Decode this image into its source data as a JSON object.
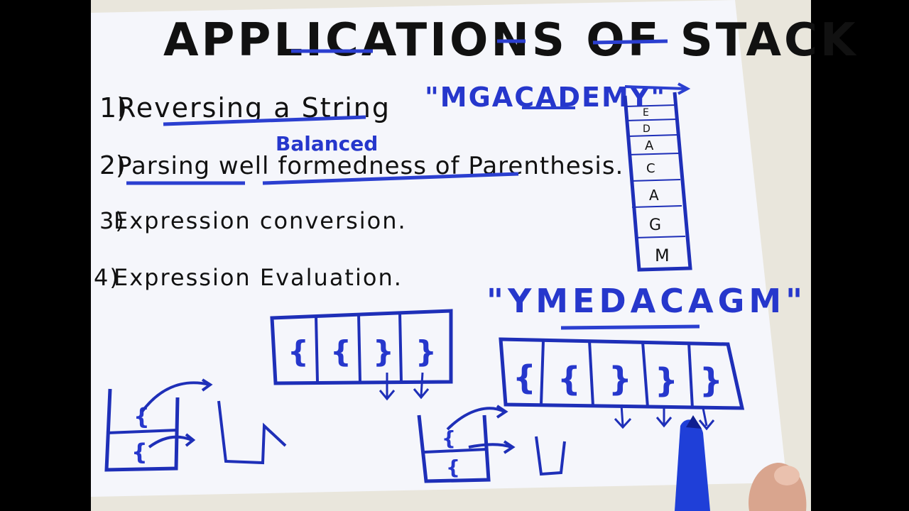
{
  "title": "APPLICATIONS OF STACK",
  "items": [
    {
      "num": "1)",
      "text": "Reversing a String"
    },
    {
      "num": "2)",
      "text": "Parsing well formedness of Parenthesis."
    },
    {
      "num": "3)",
      "text": "Expression conversion."
    },
    {
      "num": "4)",
      "text": "Expression Evaluation."
    }
  ],
  "insert_word": "Balanced",
  "input_string": "\"MGACADEMY\"",
  "reversed_string": "\"YMEDACAGM\"",
  "stack_cells": [
    "",
    "E",
    "D",
    "A",
    "C",
    "A",
    "G",
    "M"
  ],
  "bracket_row_small": [
    "{",
    "{",
    "}",
    "}"
  ],
  "bracket_row_large": [
    "{",
    "{",
    "}",
    "}",
    "}"
  ],
  "mini_stack_left": [
    "{",
    "{"
  ],
  "mini_stack_right": [
    "{",
    "{"
  ],
  "colors": {
    "ink_blue": "#2b3fd0",
    "ink_black": "#111111",
    "paper": "#f4f5fb",
    "frame": "#000000"
  }
}
